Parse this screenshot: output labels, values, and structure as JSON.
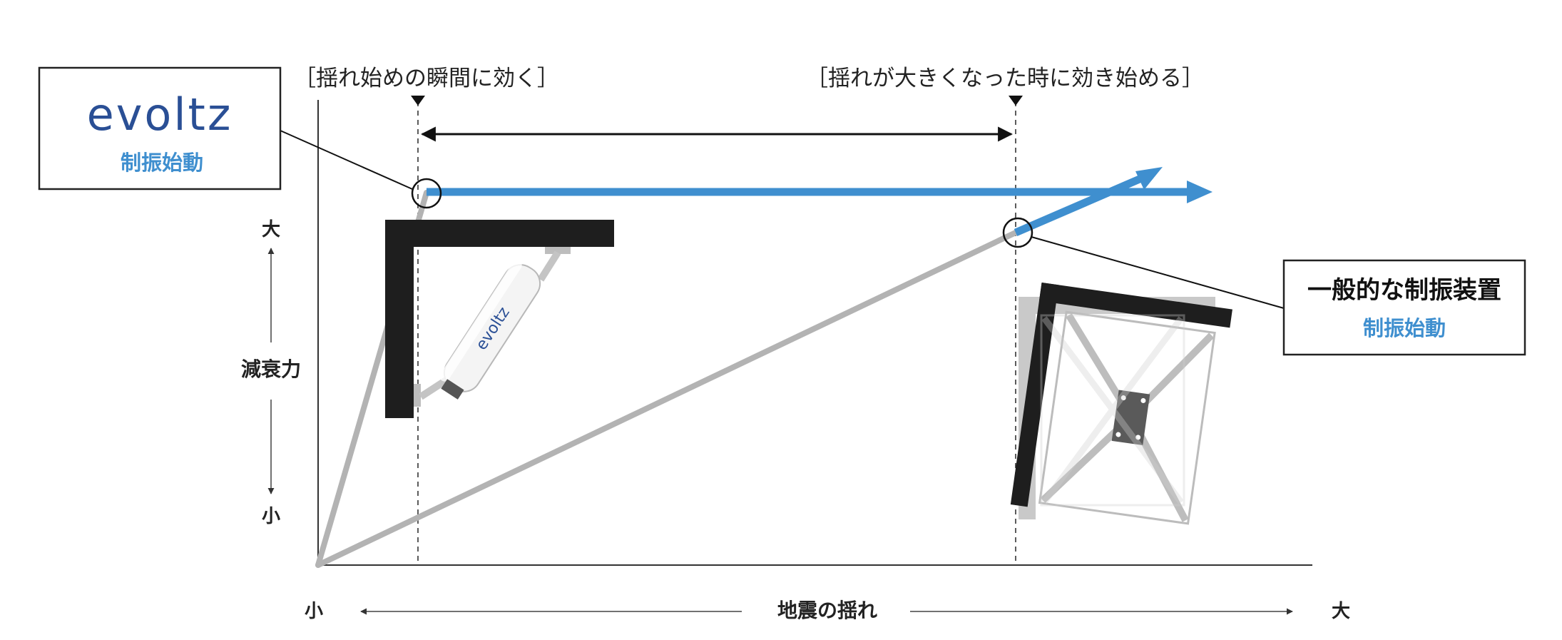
{
  "labels": {
    "early_point": "［揺れ始めの瞬間に効く］",
    "late_point": "［揺れが大きくなった時に効き始める］",
    "y_axis_title": "減衰力",
    "y_high": "大",
    "y_low": "小",
    "x_axis_title": "地震の揺れ",
    "x_low": "小",
    "x_high": "大"
  },
  "callout_evoltz": {
    "logo_text": "evoltz",
    "subtitle": "制振始動"
  },
  "callout_general": {
    "title": "一般的な制振装置",
    "subtitle": "制振始動"
  },
  "damper_logo": "evoltz",
  "colors": {
    "blue": "#3f8fcf",
    "gray_line": "#b3b3b3",
    "dark": "#1e1e1e",
    "logo_blue": "#2a4f95"
  }
}
